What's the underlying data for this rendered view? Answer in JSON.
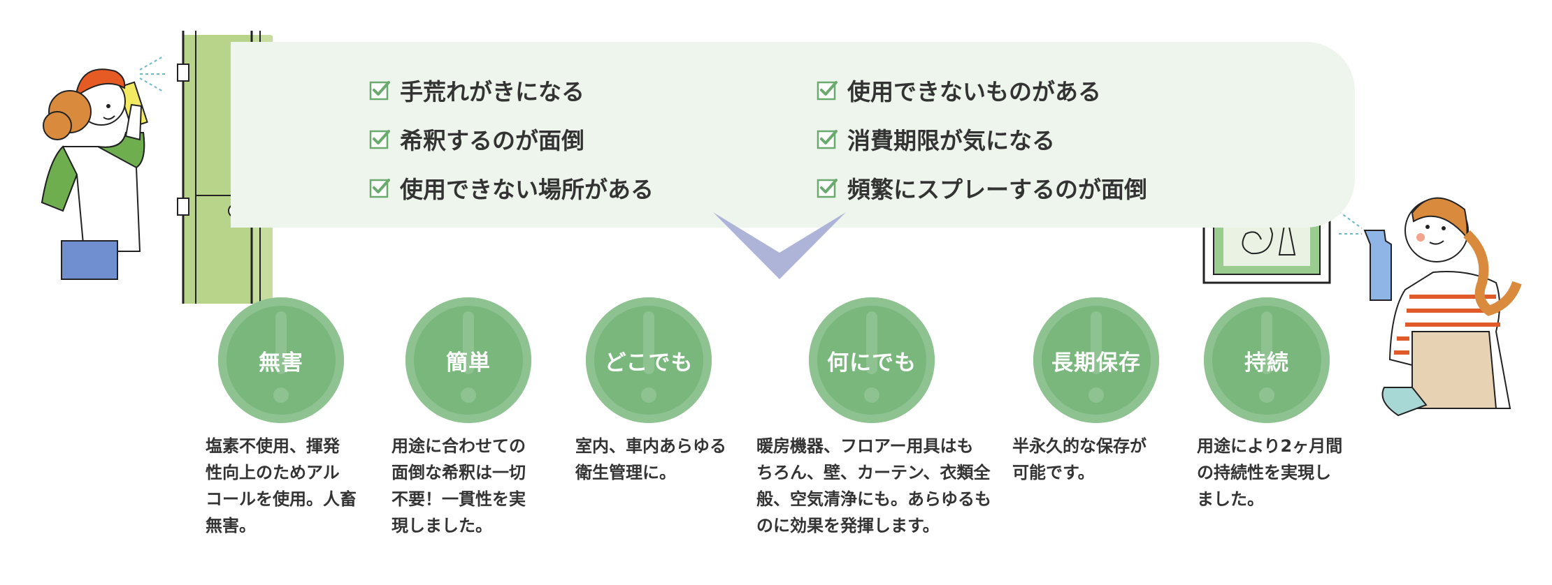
{
  "checklist": {
    "left": [
      "手荒れがきになる",
      "希釈するのが面倒",
      "使用できない場所がある"
    ],
    "right": [
      "使用できないものがある",
      "消費期限が気になる",
      "頻繁にスプレーするのが面倒"
    ]
  },
  "features": [
    {
      "label": "無害",
      "desc_lines": [
        "塩素不使用、揮発",
        "性向上のためアル",
        "コールを使用。人畜",
        "無害。"
      ]
    },
    {
      "label": "簡単",
      "desc_lines": [
        "用途に合わせての",
        "面倒な希釈は一切",
        "不要！一貫性を実",
        "現しました。"
      ]
    },
    {
      "label": "どこでも",
      "desc_lines": [
        "室内、車内あらゆる",
        "衛生管理に。"
      ]
    },
    {
      "label": "何にでも",
      "desc_lines": [
        "暖房機器、フロアー用具はも",
        "ちろん、壁、カーテン、衣類全",
        "般、空気清浄にも。あらゆるも",
        "のに効果を発揮します。"
      ]
    },
    {
      "label": "長期保存",
      "desc_lines": [
        "半永久的な保存が",
        "可能です。"
      ]
    },
    {
      "label": "持続",
      "desc_lines": [
        "用途により2ヶ月間",
        "の持続性を実現し",
        "ました。"
      ]
    }
  ],
  "colors": {
    "panel_bg": "#eef5ec",
    "check_green": "#6aaa6f",
    "circle_green": "#79b77d",
    "chevron": "#aeb4d8"
  },
  "icons": {
    "check": "checkbox-check-icon",
    "bang": "exclamation-icon"
  }
}
